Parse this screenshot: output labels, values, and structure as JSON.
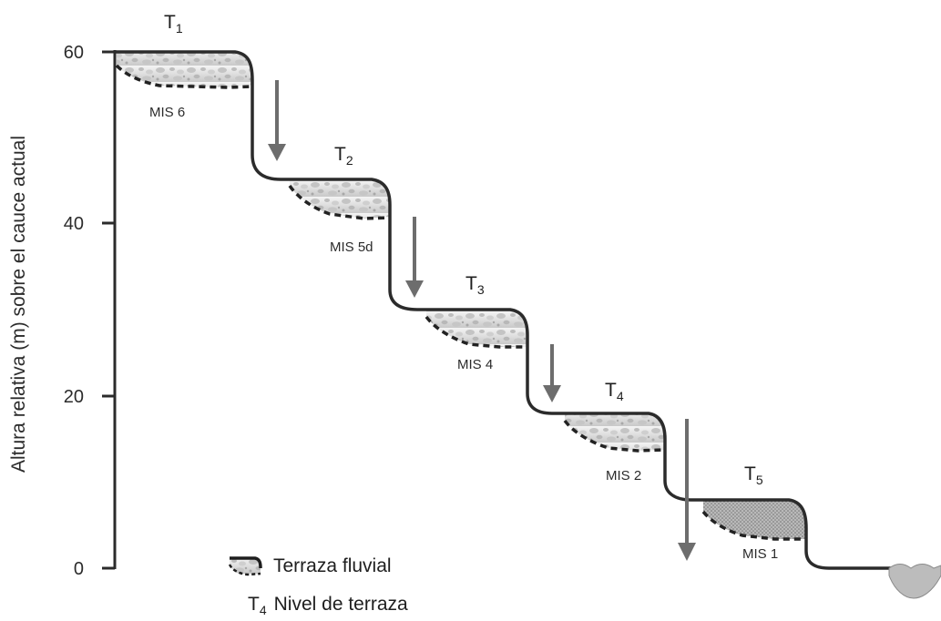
{
  "axis": {
    "ylabel": "Altura relativa (m) sobre el cauce actual",
    "ticks": [
      "60",
      "40",
      "20",
      "0"
    ]
  },
  "terraces": [
    {
      "label": "T",
      "sub": "1",
      "mis": "MIS 6"
    },
    {
      "label": "T",
      "sub": "2",
      "mis": "MIS 5d"
    },
    {
      "label": "T",
      "sub": "3",
      "mis": "MIS 4"
    },
    {
      "label": "T",
      "sub": "4",
      "mis": "MIS 2"
    },
    {
      "label": "T",
      "sub": "5",
      "mis": "MIS 1"
    }
  ],
  "legend": {
    "terrace_text": "Terraza fluvial",
    "level_symbol": "T",
    "level_sub": "4",
    "level_text": "Nivel de terraza"
  },
  "colors": {
    "line": "#2b2b2b",
    "arrow": "#6d6d6d",
    "gravel_fill": "#dcdcdc",
    "t5_fill": "#b8b8b8"
  }
}
